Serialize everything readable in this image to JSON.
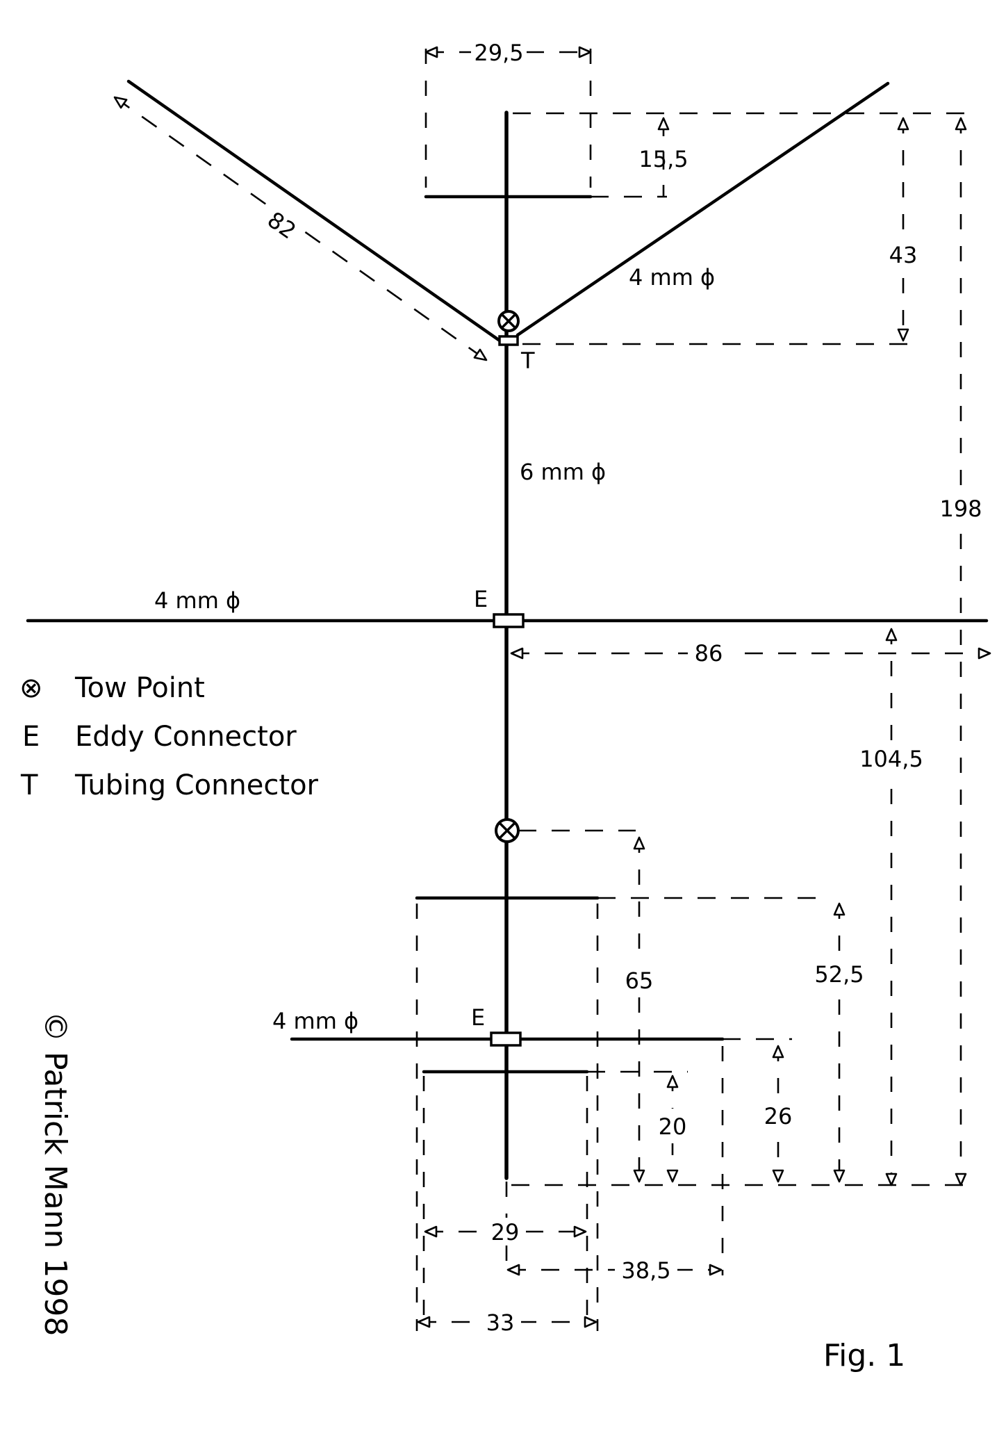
{
  "legend": {
    "tow_point": {
      "symbol": "⊗",
      "label": "Tow Point"
    },
    "eddy_connector": {
      "symbol": "E",
      "label": "Eddy Connector"
    },
    "tubing_connector": {
      "symbol": "T",
      "label": "Tubing Connector"
    }
  },
  "labels": {
    "tubing_connector_marker": "T",
    "eddy_connector_marker_1": "E",
    "eddy_connector_marker_2": "E",
    "arm_diameter": "4 mm ϕ",
    "spine_diameter": "6 mm ϕ",
    "crossbar_diameter": "4 mm ϕ",
    "lower_crossbar_diameter": "4 mm ϕ"
  },
  "dimensions": {
    "top_width": "29,5",
    "top_offset": "15,5",
    "arm_length": "82",
    "arm_height": "43",
    "total_height": "198",
    "crossbar_half": "86",
    "crossbar_height": "104,5",
    "tow_height": "65",
    "upper_bar_height": "52,5",
    "eddy_height": "26",
    "lower_bar_height": "20",
    "lower_bar_width": "29",
    "lower_crossbar_half": "38,5",
    "upper_bar_width": "33"
  },
  "copyright": "© Patrick Mann 1998",
  "figure_label": "Fig. 1"
}
